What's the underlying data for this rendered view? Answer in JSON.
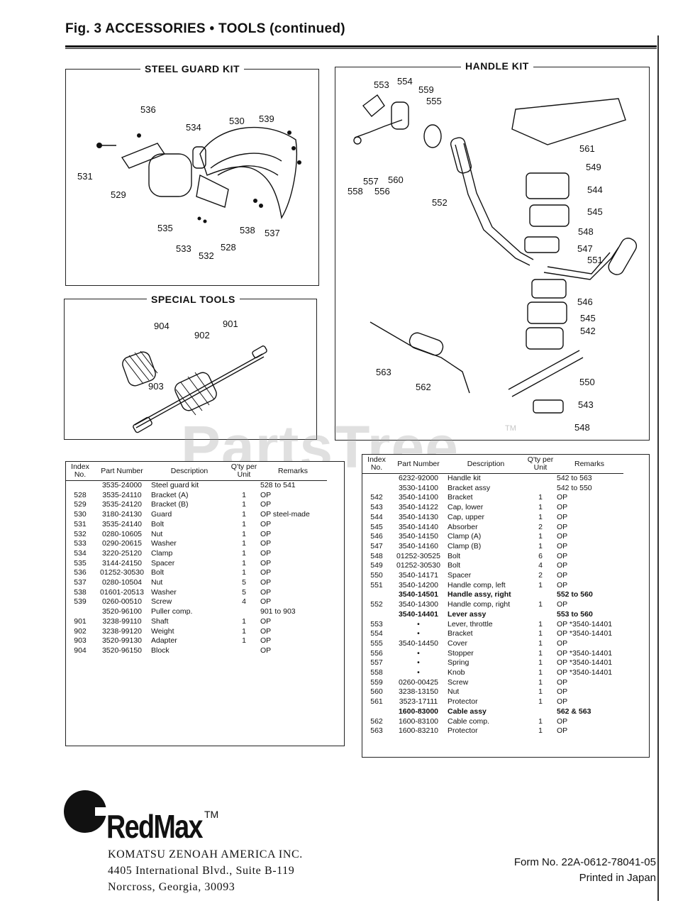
{
  "header": {
    "title": "Fig. 3 ACCESSORIES • TOOLS (continued)"
  },
  "steel_guard_kit": {
    "title": "STEEL GUARD KIT",
    "callouts": [
      "536",
      "534",
      "530",
      "539",
      "531",
      "529",
      "535",
      "533",
      "532",
      "528",
      "538",
      "537"
    ]
  },
  "handle_kit": {
    "title": "HANDLE KIT",
    "callouts": [
      "553",
      "554",
      "559",
      "555",
      "561",
      "549",
      "544",
      "545",
      "548",
      "547",
      "551",
      "552",
      "557",
      "558",
      "556",
      "560",
      "546",
      "545",
      "542",
      "563",
      "562",
      "550",
      "543",
      "548"
    ]
  },
  "special_tools": {
    "title": "SPECIAL TOOLS",
    "callouts": [
      "904",
      "901",
      "902",
      "903"
    ]
  },
  "watermark": {
    "text": "PartsTree",
    "tm": "TM"
  },
  "table_headers": {
    "index_no": "Index No.",
    "part_number": "Part Number",
    "description": "Description",
    "qty": "Q'ty per Unit",
    "remarks": "Remarks"
  },
  "left_table": [
    {
      "idx": "",
      "pn": "3535-24000",
      "desc": "Steel guard kit",
      "qty": "",
      "rem": "528 to 541"
    },
    {
      "idx": "528",
      "pn": "3535-24110",
      "desc": "Bracket (A)",
      "qty": "1",
      "rem": "OP"
    },
    {
      "idx": "529",
      "pn": "3535-24120",
      "desc": "Bracket (B)",
      "qty": "1",
      "rem": "OP"
    },
    {
      "idx": "530",
      "pn": "3180-24130",
      "desc": "Guard",
      "qty": "1",
      "rem": "OP steel-made"
    },
    {
      "idx": "531",
      "pn": "3535-24140",
      "desc": "Bolt",
      "qty": "1",
      "rem": "OP"
    },
    {
      "idx": "532",
      "pn": "0280-10605",
      "desc": "Nut",
      "qty": "1",
      "rem": "OP"
    },
    {
      "idx": "533",
      "pn": "0290-20615",
      "desc": "Washer",
      "qty": "1",
      "rem": "OP"
    },
    {
      "idx": "534",
      "pn": "3220-25120",
      "desc": "Clamp",
      "qty": "1",
      "rem": "OP"
    },
    {
      "idx": "535",
      "pn": "3144-24150",
      "desc": "Spacer",
      "qty": "1",
      "rem": "OP"
    },
    {
      "idx": "536",
      "pn": "01252-30530",
      "desc": "Bolt",
      "qty": "1",
      "rem": "OP"
    },
    {
      "idx": "537",
      "pn": "0280-10504",
      "desc": "Nut",
      "qty": "5",
      "rem": "OP"
    },
    {
      "idx": "538",
      "pn": "01601-20513",
      "desc": "Washer",
      "qty": "5",
      "rem": "OP"
    },
    {
      "idx": "539",
      "pn": "0260-00510",
      "desc": "Screw",
      "qty": "4",
      "rem": "OP"
    },
    {
      "idx": "",
      "pn": "",
      "desc": "",
      "qty": "",
      "rem": ""
    },
    {
      "idx": "",
      "pn": "3520-96100",
      "desc": "Puller comp.",
      "qty": "",
      "rem": "901 to 903"
    },
    {
      "idx": "901",
      "pn": "3238-99110",
      "desc": "Shaft",
      "qty": "1",
      "rem": "OP"
    },
    {
      "idx": "902",
      "pn": "3238-99120",
      "desc": "Weight",
      "qty": "1",
      "rem": "OP"
    },
    {
      "idx": "903",
      "pn": "3520-99130",
      "desc": "Adapter",
      "qty": "1",
      "rem": "OP"
    },
    {
      "idx": "904",
      "pn": "3520-96150",
      "desc": "Block",
      "qty": "",
      "rem": "OP"
    }
  ],
  "right_table": [
    {
      "idx": "",
      "pn": "6232-92000",
      "desc": "Handle kit",
      "qty": "",
      "rem": "542 to 563",
      "bold": false
    },
    {
      "idx": "",
      "pn": "3530-14100",
      "desc": "Bracket assy",
      "qty": "",
      "rem": "542 to 550",
      "bold": false
    },
    {
      "idx": "542",
      "pn": "3540-14100",
      "desc": "Bracket",
      "qty": "1",
      "rem": "OP",
      "bold": false
    },
    {
      "idx": "543",
      "pn": "3540-14122",
      "desc": "Cap, lower",
      "qty": "1",
      "rem": "OP",
      "bold": false
    },
    {
      "idx": "544",
      "pn": "3540-14130",
      "desc": "Cap, upper",
      "qty": "1",
      "rem": "OP",
      "bold": false
    },
    {
      "idx": "545",
      "pn": "3540-14140",
      "desc": "Absorber",
      "qty": "2",
      "rem": "OP",
      "bold": false
    },
    {
      "idx": "546",
      "pn": "3540-14150",
      "desc": "Clamp (A)",
      "qty": "1",
      "rem": "OP",
      "bold": false
    },
    {
      "idx": "547",
      "pn": "3540-14160",
      "desc": "Clamp (B)",
      "qty": "1",
      "rem": "OP",
      "bold": false
    },
    {
      "idx": "548",
      "pn": "01252-30525",
      "desc": "Bolt",
      "qty": "6",
      "rem": "OP",
      "bold": false
    },
    {
      "idx": "549",
      "pn": "01252-30530",
      "desc": "Bolt",
      "qty": "4",
      "rem": "OP",
      "bold": false
    },
    {
      "idx": "550",
      "pn": "3540-14171",
      "desc": "Spacer",
      "qty": "2",
      "rem": "OP",
      "bold": false
    },
    {
      "idx": "551",
      "pn": "3540-14200",
      "desc": "Handle comp, left",
      "qty": "1",
      "rem": "OP",
      "bold": false
    },
    {
      "idx": "",
      "pn": "3540-14501",
      "desc": "Handle assy, right",
      "qty": "",
      "rem": "552 to 560",
      "bold": true
    },
    {
      "idx": "552",
      "pn": "3540-14300",
      "desc": "Handle comp, right",
      "qty": "1",
      "rem": "OP",
      "bold": false
    },
    {
      "idx": "",
      "pn": "3540-14401",
      "desc": "Lever assy",
      "qty": "",
      "rem": "553 to 560",
      "bold": true
    },
    {
      "idx": "553",
      "pn": "•",
      "desc": "Lever, throttle",
      "qty": "1",
      "rem": "OP *3540-14401",
      "bold": false
    },
    {
      "idx": "554",
      "pn": "•",
      "desc": "Bracket",
      "qty": "1",
      "rem": "OP *3540-14401",
      "bold": false
    },
    {
      "idx": "555",
      "pn": "3540-14450",
      "desc": "Cover",
      "qty": "1",
      "rem": "OP",
      "bold": false
    },
    {
      "idx": "556",
      "pn": "•",
      "desc": "Stopper",
      "qty": "1",
      "rem": "OP *3540-14401",
      "bold": false
    },
    {
      "idx": "557",
      "pn": "•",
      "desc": "Spring",
      "qty": "1",
      "rem": "OP *3540-14401",
      "bold": false
    },
    {
      "idx": "558",
      "pn": "•",
      "desc": "Knob",
      "qty": "1",
      "rem": "OP *3540-14401",
      "bold": false
    },
    {
      "idx": "559",
      "pn": "0260-00425",
      "desc": "Screw",
      "qty": "1",
      "rem": "OP",
      "bold": false
    },
    {
      "idx": "560",
      "pn": "3238-13150",
      "desc": "Nut",
      "qty": "1",
      "rem": "OP",
      "bold": false
    },
    {
      "idx": "561",
      "pn": "3523-17111",
      "desc": "Protector",
      "qty": "1",
      "rem": "OP",
      "bold": false
    },
    {
      "idx": "",
      "pn": "1600-83000",
      "desc": "Cable assy",
      "qty": "",
      "rem": "562 & 563",
      "bold": true
    },
    {
      "idx": "562",
      "pn": "1600-83100",
      "desc": "Cable comp.",
      "qty": "1",
      "rem": "OP",
      "bold": false
    },
    {
      "idx": "563",
      "pn": "1600-83210",
      "desc": "Protector",
      "qty": "1",
      "rem": "OP",
      "bold": false
    }
  ],
  "footer": {
    "brand": "RedMax",
    "brand_tm": "TM",
    "company": "KOMATSU ZENOAH AMERICA INC.",
    "address1": "4405 International Blvd., Suite B-119",
    "address2": "Norcross, Georgia, 30093",
    "form_no": "Form No. 22A-0612-78041-05",
    "printed": "Printed in Japan"
  }
}
